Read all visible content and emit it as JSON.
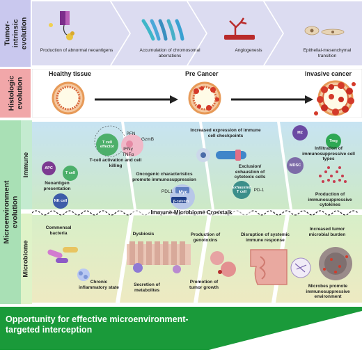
{
  "rows": {
    "tumor_intrinsic": "Tumor-intrinsic evolution",
    "histologic": "Histologic evolution",
    "microenvironment": "Microenvironment evolution",
    "immune": "Immune",
    "microbiome": "Microbiome"
  },
  "tumor_steps": [
    "Production of abnormal neoantigens",
    "Accumulation of chromosomal aberrations",
    "Angiogenesis",
    "Epithelial-mesenchymal transition"
  ],
  "histo_stages": [
    "Healthy tissue",
    "Pre Cancer",
    "Invasive cancer"
  ],
  "immune": {
    "t_effector": "T cell effector",
    "pfn": "PFN",
    "gzmb": "GzmB",
    "ifng": "IFNγ",
    "tnfa": "TNFα",
    "t_activation": "T-cell activation and cell killing",
    "apc": "APC",
    "t_cell": "T cell",
    "neoantigen": "Neoantigen presentation",
    "nk": "NK cell",
    "oncogenic": "Oncogenic characteristics promote immunosuppression",
    "pdl1": "PDL1",
    "myc": "Myc",
    "bcatenin": "β-catenin",
    "checkpoints": "Increased expression of immune cell checkpoints",
    "exclusion": "Exclusion/ exhaustion of cytotoxic cells",
    "exhausted": "Exhausted T cell",
    "pd1": "PD-1",
    "m2": "M2",
    "treg": "Treg",
    "mdsc": "MDSC",
    "infiltration": "Infiltration of immunosuppressive cell types",
    "cytokines": "Production of immunosuppressive cytokines"
  },
  "crosstalk": "Immune-Microbiome Crosstalk",
  "microbiome": {
    "commensal": "Commensal bacteria",
    "chronic": "Chronic inflammatory state",
    "dysbiosis": "Dysbiosis",
    "secretion": "Secretion of metabolites",
    "genotoxins": "Production of genotoxins",
    "growth": "Promotion of tumor growth",
    "disruption": "Disruption of systemic immune response",
    "burden": "Increased tumor microbial burden",
    "microbes": "Microbes promote immunosuppressive environment"
  },
  "opportunity": "Opportunity for effective microenvironment-targeted interception",
  "colors": {
    "green": "#1a9a3a",
    "red_cell": "#d43a2a",
    "tumor_band": "#dcdcf2",
    "histo_band": "#f1a7a9"
  }
}
